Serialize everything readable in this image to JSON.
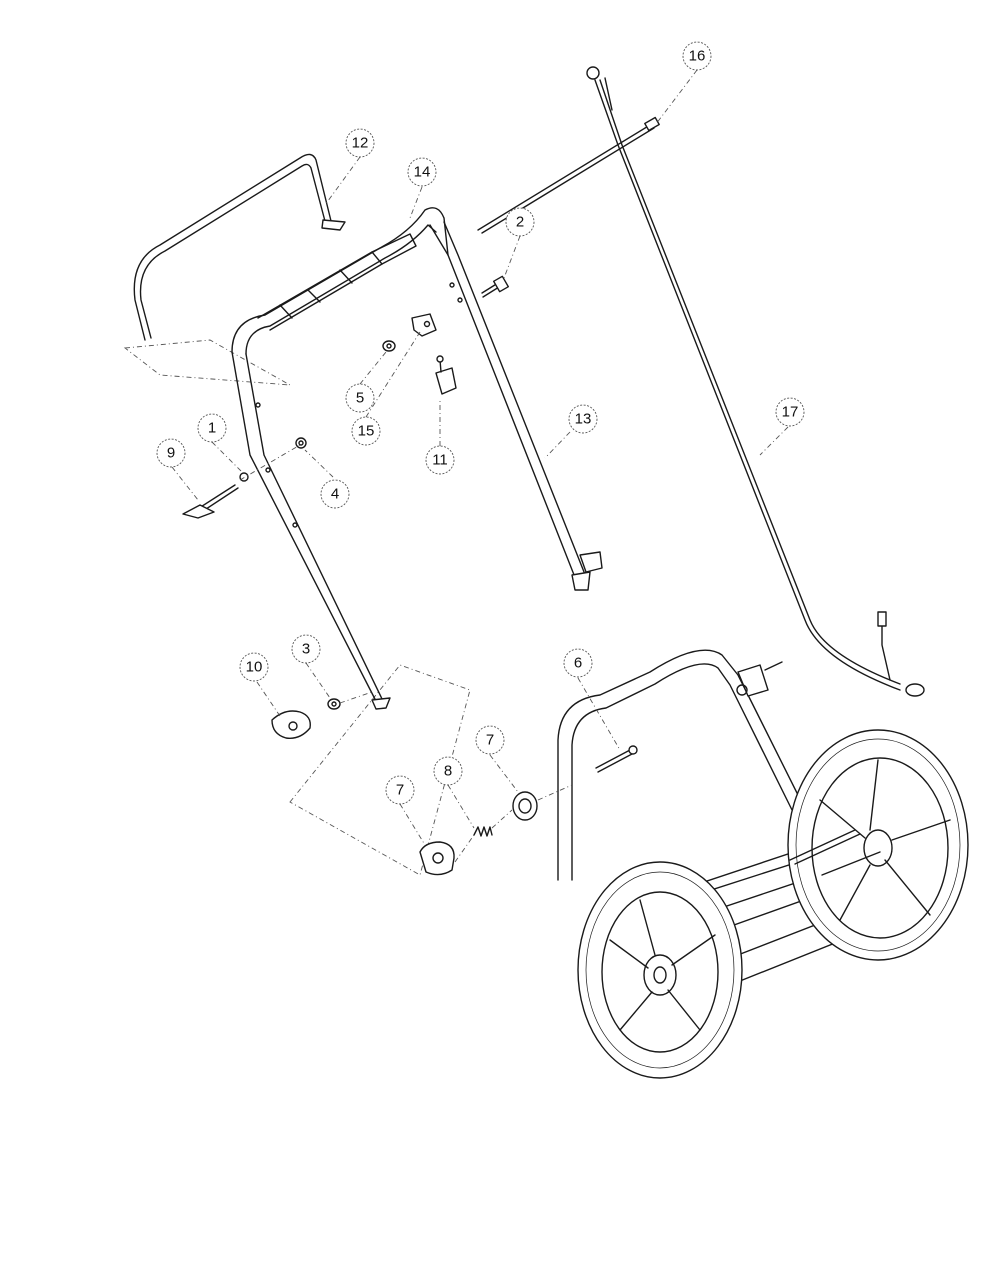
{
  "callouts": [
    {
      "id": "c16",
      "label": "16"
    },
    {
      "id": "c12",
      "label": "12"
    },
    {
      "id": "c14",
      "label": "14"
    },
    {
      "id": "c2",
      "label": "2"
    },
    {
      "id": "c5",
      "label": "5"
    },
    {
      "id": "c15",
      "label": "15"
    },
    {
      "id": "c11",
      "label": "11"
    },
    {
      "id": "c13",
      "label": "13"
    },
    {
      "id": "c17",
      "label": "17"
    },
    {
      "id": "c1",
      "label": "1"
    },
    {
      "id": "c9",
      "label": "9"
    },
    {
      "id": "c4",
      "label": "4"
    },
    {
      "id": "c3",
      "label": "3"
    },
    {
      "id": "c10",
      "label": "10"
    },
    {
      "id": "c6",
      "label": "6"
    },
    {
      "id": "c7a",
      "label": "7"
    },
    {
      "id": "c8",
      "label": "8"
    },
    {
      "id": "c7b",
      "label": "7"
    }
  ]
}
